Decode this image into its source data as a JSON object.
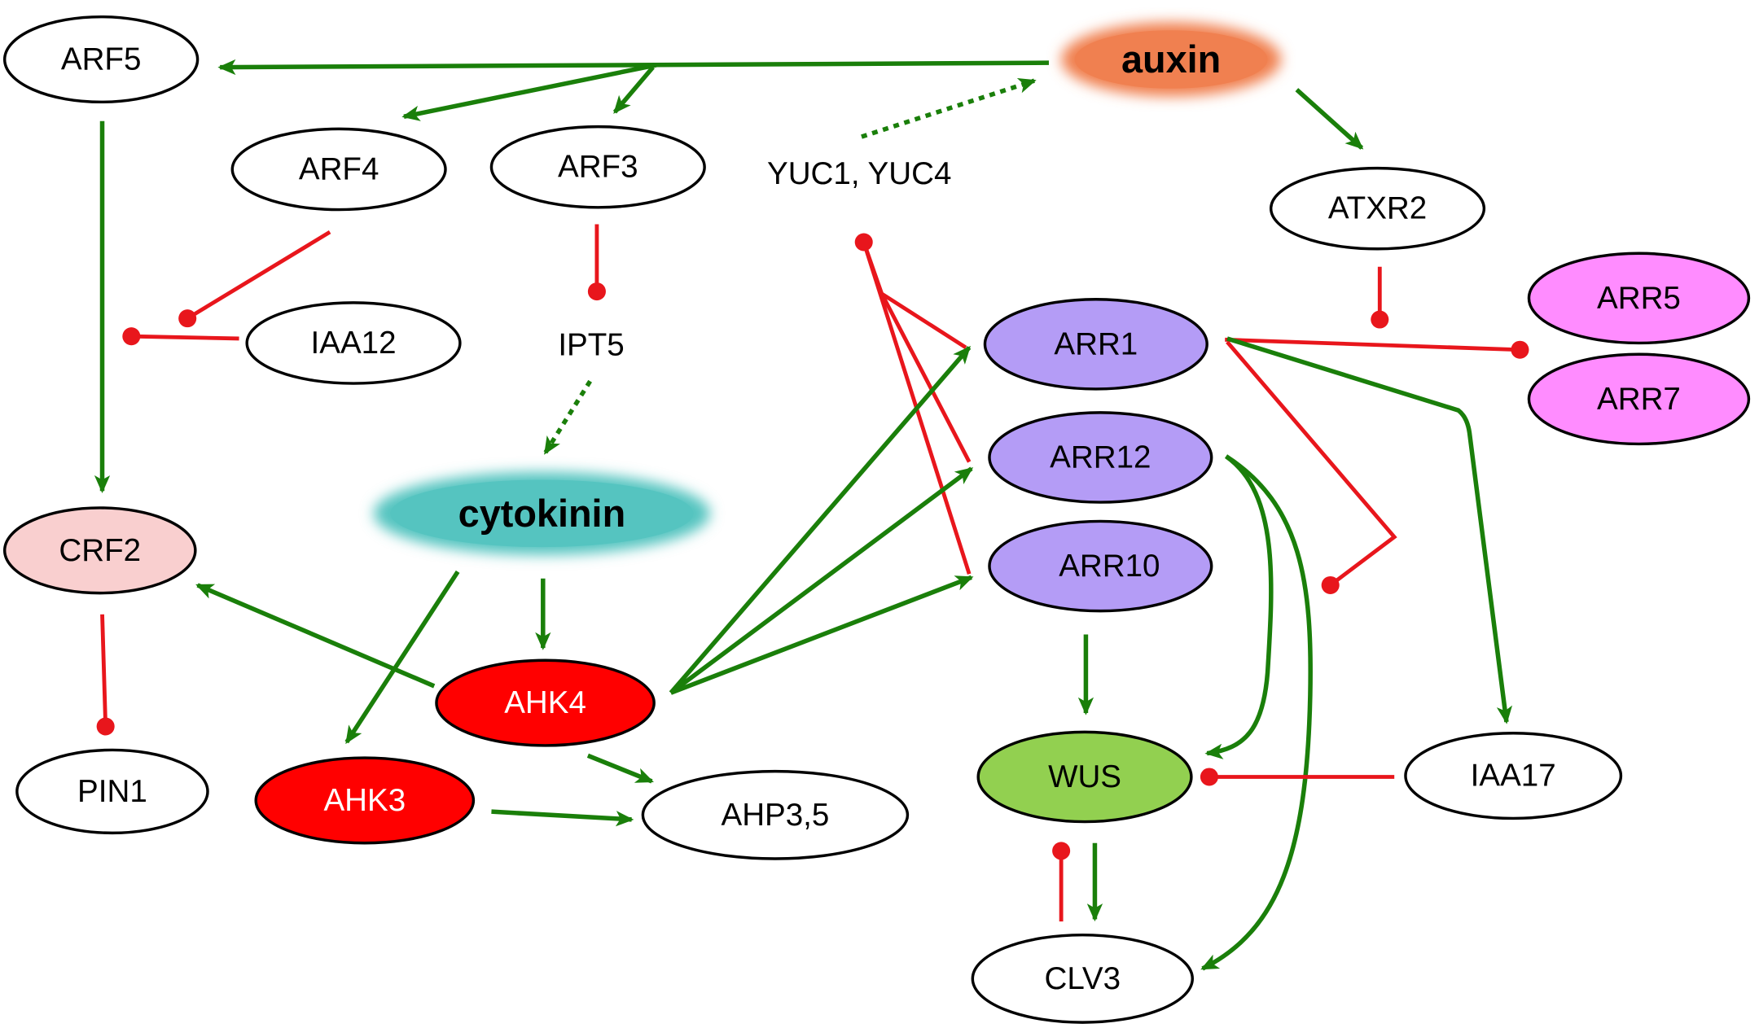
{
  "colors": {
    "activation": "#1a7f0a",
    "inhibition": "#e8161c",
    "auxin_fill": "#f08050",
    "cytokinin_fill": "#55c4c0",
    "arr_b_fill": "#b49cf6",
    "arr_a_fill": "#ff8cff",
    "ahk_fill": "#ff0000",
    "crf2_fill": "#f9cfcf",
    "wus_fill": "#92d050",
    "plain_fill": "#ffffff"
  },
  "nodes": [
    {
      "id": "ARF5",
      "label": "ARF5",
      "kind": "plain"
    },
    {
      "id": "auxin",
      "label": "auxin",
      "kind": "hormone-auxin"
    },
    {
      "id": "ARF4",
      "label": "ARF4",
      "kind": "plain"
    },
    {
      "id": "ARF3",
      "label": "ARF3",
      "kind": "plain"
    },
    {
      "id": "YUC",
      "label": "YUC1, YUC4",
      "kind": "text"
    },
    {
      "id": "ATXR2",
      "label": "ATXR2",
      "kind": "plain"
    },
    {
      "id": "IAA12",
      "label": "IAA12",
      "kind": "plain"
    },
    {
      "id": "IPT5",
      "label": "IPT5",
      "kind": "text"
    },
    {
      "id": "ARR1",
      "label": "ARR1",
      "kind": "arr-b"
    },
    {
      "id": "ARR5",
      "label": "ARR5",
      "kind": "arr-a"
    },
    {
      "id": "ARR7",
      "label": "ARR7",
      "kind": "arr-a"
    },
    {
      "id": "ARR12",
      "label": "ARR12",
      "kind": "arr-b"
    },
    {
      "id": "cytokinin",
      "label": "cytokinin",
      "kind": "hormone-cytokinin"
    },
    {
      "id": "CRF2",
      "label": "CRF2",
      "kind": "crf2"
    },
    {
      "id": "ARR10",
      "label": "ARR10",
      "kind": "arr-b"
    },
    {
      "id": "AHK4",
      "label": "AHK4",
      "kind": "ahk"
    },
    {
      "id": "PIN1",
      "label": "PIN1",
      "kind": "plain"
    },
    {
      "id": "AHK3",
      "label": "AHK3",
      "kind": "ahk"
    },
    {
      "id": "AHP35",
      "label": "AHP3,5",
      "kind": "plain"
    },
    {
      "id": "WUS",
      "label": "WUS",
      "kind": "wus"
    },
    {
      "id": "IAA17",
      "label": "IAA17",
      "kind": "plain"
    },
    {
      "id": "CLV3",
      "label": "CLV3",
      "kind": "plain"
    }
  ],
  "edges": [
    {
      "from": "auxin",
      "to": "ARF5",
      "type": "activation"
    },
    {
      "from": "auxin",
      "to": "ARF4",
      "type": "activation"
    },
    {
      "from": "auxin",
      "to": "ARF3",
      "type": "activation"
    },
    {
      "from": "YUC",
      "to": "auxin",
      "type": "activation-indirect"
    },
    {
      "from": "auxin",
      "to": "ATXR2",
      "type": "activation"
    },
    {
      "from": "ARF5",
      "to": "CRF2",
      "type": "activation"
    },
    {
      "from": "ARF4",
      "to": "IAA12",
      "type": "inhibition"
    },
    {
      "from": "IAA12",
      "to": "ARF5",
      "type": "inhibition"
    },
    {
      "from": "ARF3",
      "to": "IPT5",
      "type": "inhibition"
    },
    {
      "from": "IPT5",
      "to": "cytokinin",
      "type": "activation-indirect"
    },
    {
      "from": "ATXR2",
      "to": "ARR5/ARR7",
      "type": "inhibition"
    },
    {
      "from": "ARR1",
      "to": "ARR5/ARR7",
      "type": "inhibition"
    },
    {
      "from": "ARR1/ARR12/ARR10",
      "to": "YUC",
      "type": "inhibition"
    },
    {
      "from": "ARR1",
      "to": "ARR12/ARR10",
      "type": "inhibition"
    },
    {
      "from": "ARR1",
      "to": "IAA17",
      "type": "activation"
    },
    {
      "from": "ARR12",
      "to": "WUS",
      "type": "activation"
    },
    {
      "from": "ARR12",
      "to": "CLV3",
      "type": "activation"
    },
    {
      "from": "ARR10",
      "to": "WUS",
      "type": "activation"
    },
    {
      "from": "cytokinin",
      "to": "AHK4",
      "type": "activation"
    },
    {
      "from": "cytokinin",
      "to": "AHK3",
      "type": "activation"
    },
    {
      "from": "AHK4",
      "to": "CRF2",
      "type": "activation"
    },
    {
      "from": "AHK4",
      "to": "ARR1",
      "type": "activation"
    },
    {
      "from": "AHK4",
      "to": "ARR12",
      "type": "activation"
    },
    {
      "from": "AHK4",
      "to": "ARR10",
      "type": "activation"
    },
    {
      "from": "AHK4",
      "to": "AHP35",
      "type": "activation"
    },
    {
      "from": "AHK3",
      "to": "AHP35",
      "type": "activation"
    },
    {
      "from": "CRF2",
      "to": "PIN1",
      "type": "inhibition"
    },
    {
      "from": "IAA17",
      "to": "WUS",
      "type": "inhibition"
    },
    {
      "from": "WUS",
      "to": "CLV3",
      "type": "activation"
    },
    {
      "from": "CLV3",
      "to": "WUS",
      "type": "inhibition"
    }
  ]
}
